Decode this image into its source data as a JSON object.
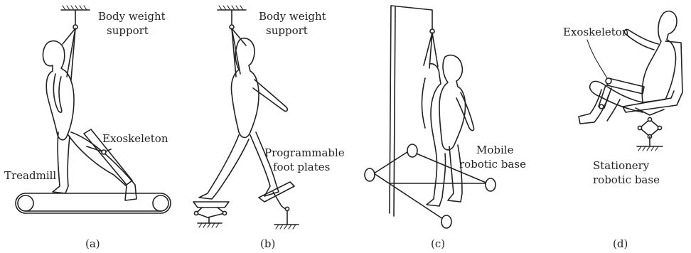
{
  "panels": [
    {
      "id": "a",
      "caption": "(a)",
      "labels": [
        "Body weight",
        "support",
        "Exoskeleton",
        "Treadmill"
      ]
    },
    {
      "id": "b",
      "caption": "(b)",
      "labels": [
        "Body weight",
        "support",
        "Programmable",
        "foot plates"
      ]
    },
    {
      "id": "c",
      "caption": "(c)",
      "labels": [
        "Mobile",
        "robotic base"
      ]
    },
    {
      "id": "d",
      "caption": "(d)",
      "labels": [
        "Exoskeleton",
        "Stationery",
        "robotic base"
      ]
    }
  ],
  "colors": {
    "line": "#222222",
    "background": "#ffffff"
  }
}
